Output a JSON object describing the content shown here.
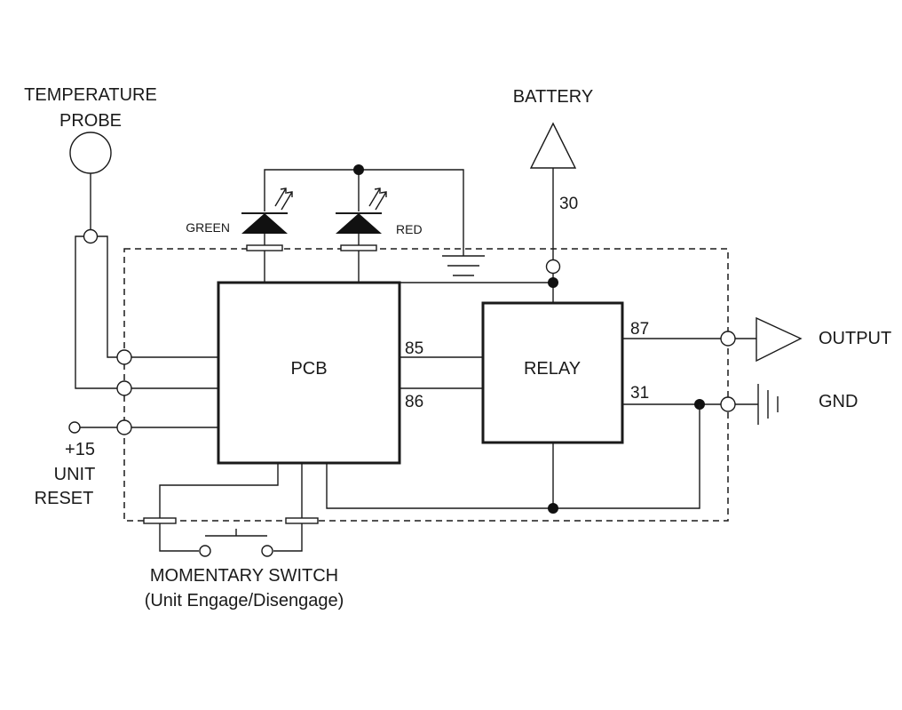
{
  "labels": {
    "probe_line1": "TEMPERATURE",
    "probe_line2": "PROBE",
    "battery": "BATTERY",
    "pin30": "30",
    "green": "GREEN",
    "red": "RED",
    "pcb": "PCB",
    "relay": "RELAY",
    "pin85": "85",
    "pin86": "86",
    "pin87": "87",
    "pin31": "31",
    "output": "OUTPUT",
    "gnd": "GND",
    "plus15": "+15",
    "unit": "UNIT",
    "reset": "RESET",
    "switch_line1": "MOMENTARY SWITCH",
    "switch_line2": "(Unit Engage/Disengage)"
  },
  "colors": {
    "ink": "#1a1a1a",
    "background": "#ffffff"
  }
}
